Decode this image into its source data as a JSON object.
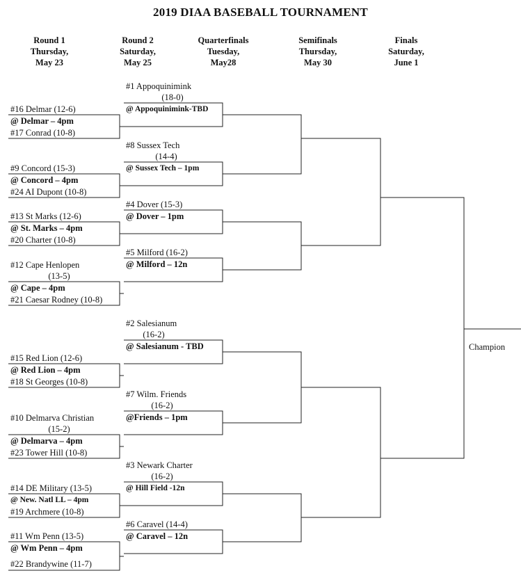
{
  "title": "2019 DIAA BASEBALL TOURNAMENT",
  "headers": [
    {
      "line1": "Round 1",
      "line2": "Thursday,",
      "line3": "May 23"
    },
    {
      "line1": "Round 2",
      "line2": "Saturday,",
      "line3": "May 25"
    },
    {
      "line1": "Quarterfinals",
      "line2": "Tuesday,",
      "line3": "May28"
    },
    {
      "line1": "Semifinals",
      "line2": "Thursday,",
      "line3": "May 30"
    },
    {
      "line1": "Finals",
      "line2": "Saturday,",
      "line3": "June 1"
    }
  ],
  "round1": [
    {
      "top": "#16 Delmar (12-6)",
      "site": "@ Delmar – 4pm",
      "bottom": "#17 Conrad (10-8)"
    },
    {
      "top": "#9 Concord (15-3)",
      "site": "@ Concord – 4pm",
      "bottom": "#24 AI Dupont (10-8)"
    },
    {
      "top": "#13 St Marks (12-6)",
      "site": "@ St. Marks – 4pm",
      "bottom": "#20 Charter (10-8)"
    },
    {
      "top": "#12 Cape Henlopen",
      "top2": "(13-5)",
      "site": "@ Cape – 4pm",
      "bottom": "#21 Caesar Rodney (10-8)"
    },
    {
      "top": "#15 Red Lion (12-6)",
      "site": "@ Red Lion – 4pm",
      "bottom": "#18 St Georges (10-8)"
    },
    {
      "top": "#10 Delmarva Christian",
      "top2": "(15-2)",
      "site": "@ Delmarva – 4pm",
      "bottom": "#23 Tower Hill (10-8)"
    },
    {
      "top": "#14 DE Military (13-5)",
      "site": "@ New. Natl LL – 4pm",
      "bottom": "#19  Archmere (10-8)"
    },
    {
      "top": "#11 Wm Penn (13-5)",
      "site": "@ Wm Penn – 4pm",
      "bottom": "#22 Brandywine (11-7)"
    }
  ],
  "round2": [
    {
      "seed": "#1 Appoquinimink",
      "record": "(18-0)",
      "site": "@ Appoquinimink-TBD"
    },
    {
      "seed": "#8 Sussex Tech",
      "record": "(14-4)",
      "site": "@ Sussex Tech – 1pm"
    },
    {
      "seed": "#4 Dover (15-3)",
      "record": "",
      "site": "@ Dover – 1pm"
    },
    {
      "seed": "#5 Milford (16-2)",
      "record": "",
      "site": "@ Milford – 12n"
    },
    {
      "seed": "#2 Salesianum",
      "record": "(16-2)",
      "site": "@ Salesianum - TBD"
    },
    {
      "seed": "#7 Wilm. Friends",
      "record": "(16-2)",
      "site": "@Friends – 1pm"
    },
    {
      "seed": "#3 Newark Charter",
      "record": "(16-2)",
      "site": "@ Hill Field -12n"
    },
    {
      "seed": "#6 Caravel (14-4)",
      "record": "",
      "site": "@ Caravel – 12n"
    }
  ],
  "champion_label": "Champion"
}
